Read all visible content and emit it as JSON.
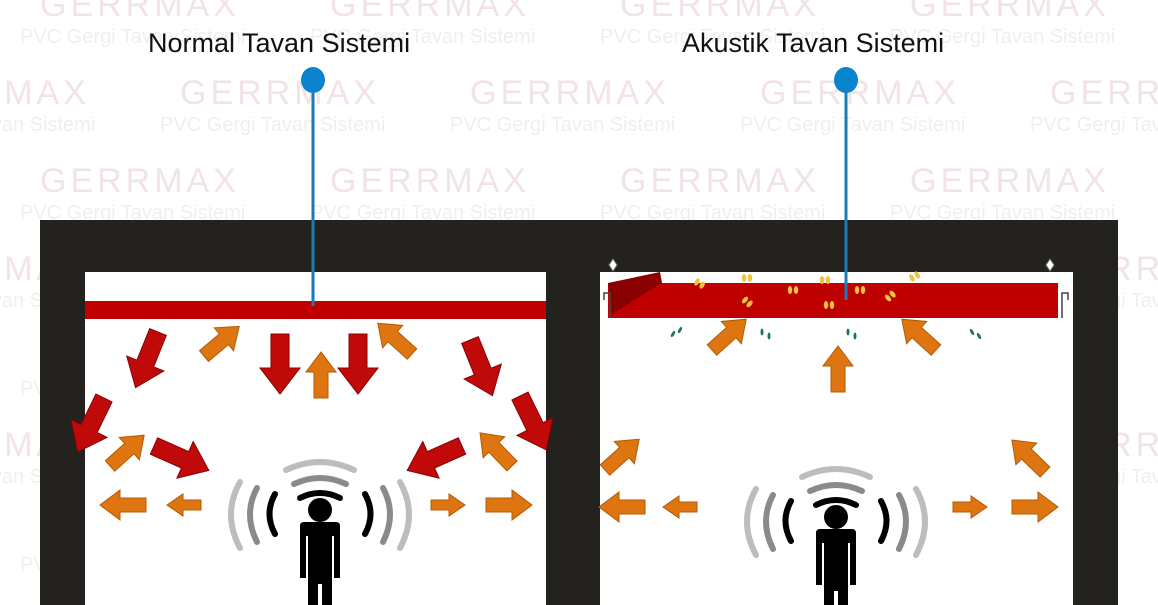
{
  "diagram": {
    "panels": [
      {
        "id": "normal",
        "title": "Normal Tavan Sistemi",
        "ceiling_type": "flat-red-panel",
        "description_visual": "Sound waves from person reflect off ceiling back into room (red arrows downward)"
      },
      {
        "id": "acoustic",
        "title": "Akustik Tavan Sistemi",
        "ceiling_type": "perforated-acoustic-panel",
        "description_visual": "Sound waves absorbed by ceiling (orange arrows upward, no red reflections)"
      }
    ],
    "watermark": {
      "brand": "GERRMAX",
      "subtitle": "PVC Gergi Tavan Sistemi"
    },
    "colors": {
      "frame": "#24221e",
      "ceiling_red": "#bf0000",
      "reflected_arrow": "#c00a0a",
      "emitted_arrow": "#df7510",
      "pin_blue": "#0a84cf",
      "wire_blue": "#1a7bb5",
      "person": "#000000",
      "absorb_particles": "#f2c23a",
      "green_particles": "#1a7a4a"
    }
  }
}
